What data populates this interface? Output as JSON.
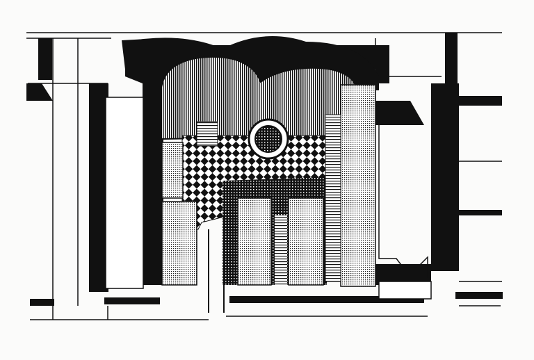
{
  "drawing": {
    "ink_color": "#111111",
    "paper_color": "#fbfbfa",
    "style": "black-and-white architectural axonometric plan",
    "patterns": [
      "vertical-hatch",
      "checkerboard",
      "dot-screen",
      "diamond-grid"
    ]
  }
}
